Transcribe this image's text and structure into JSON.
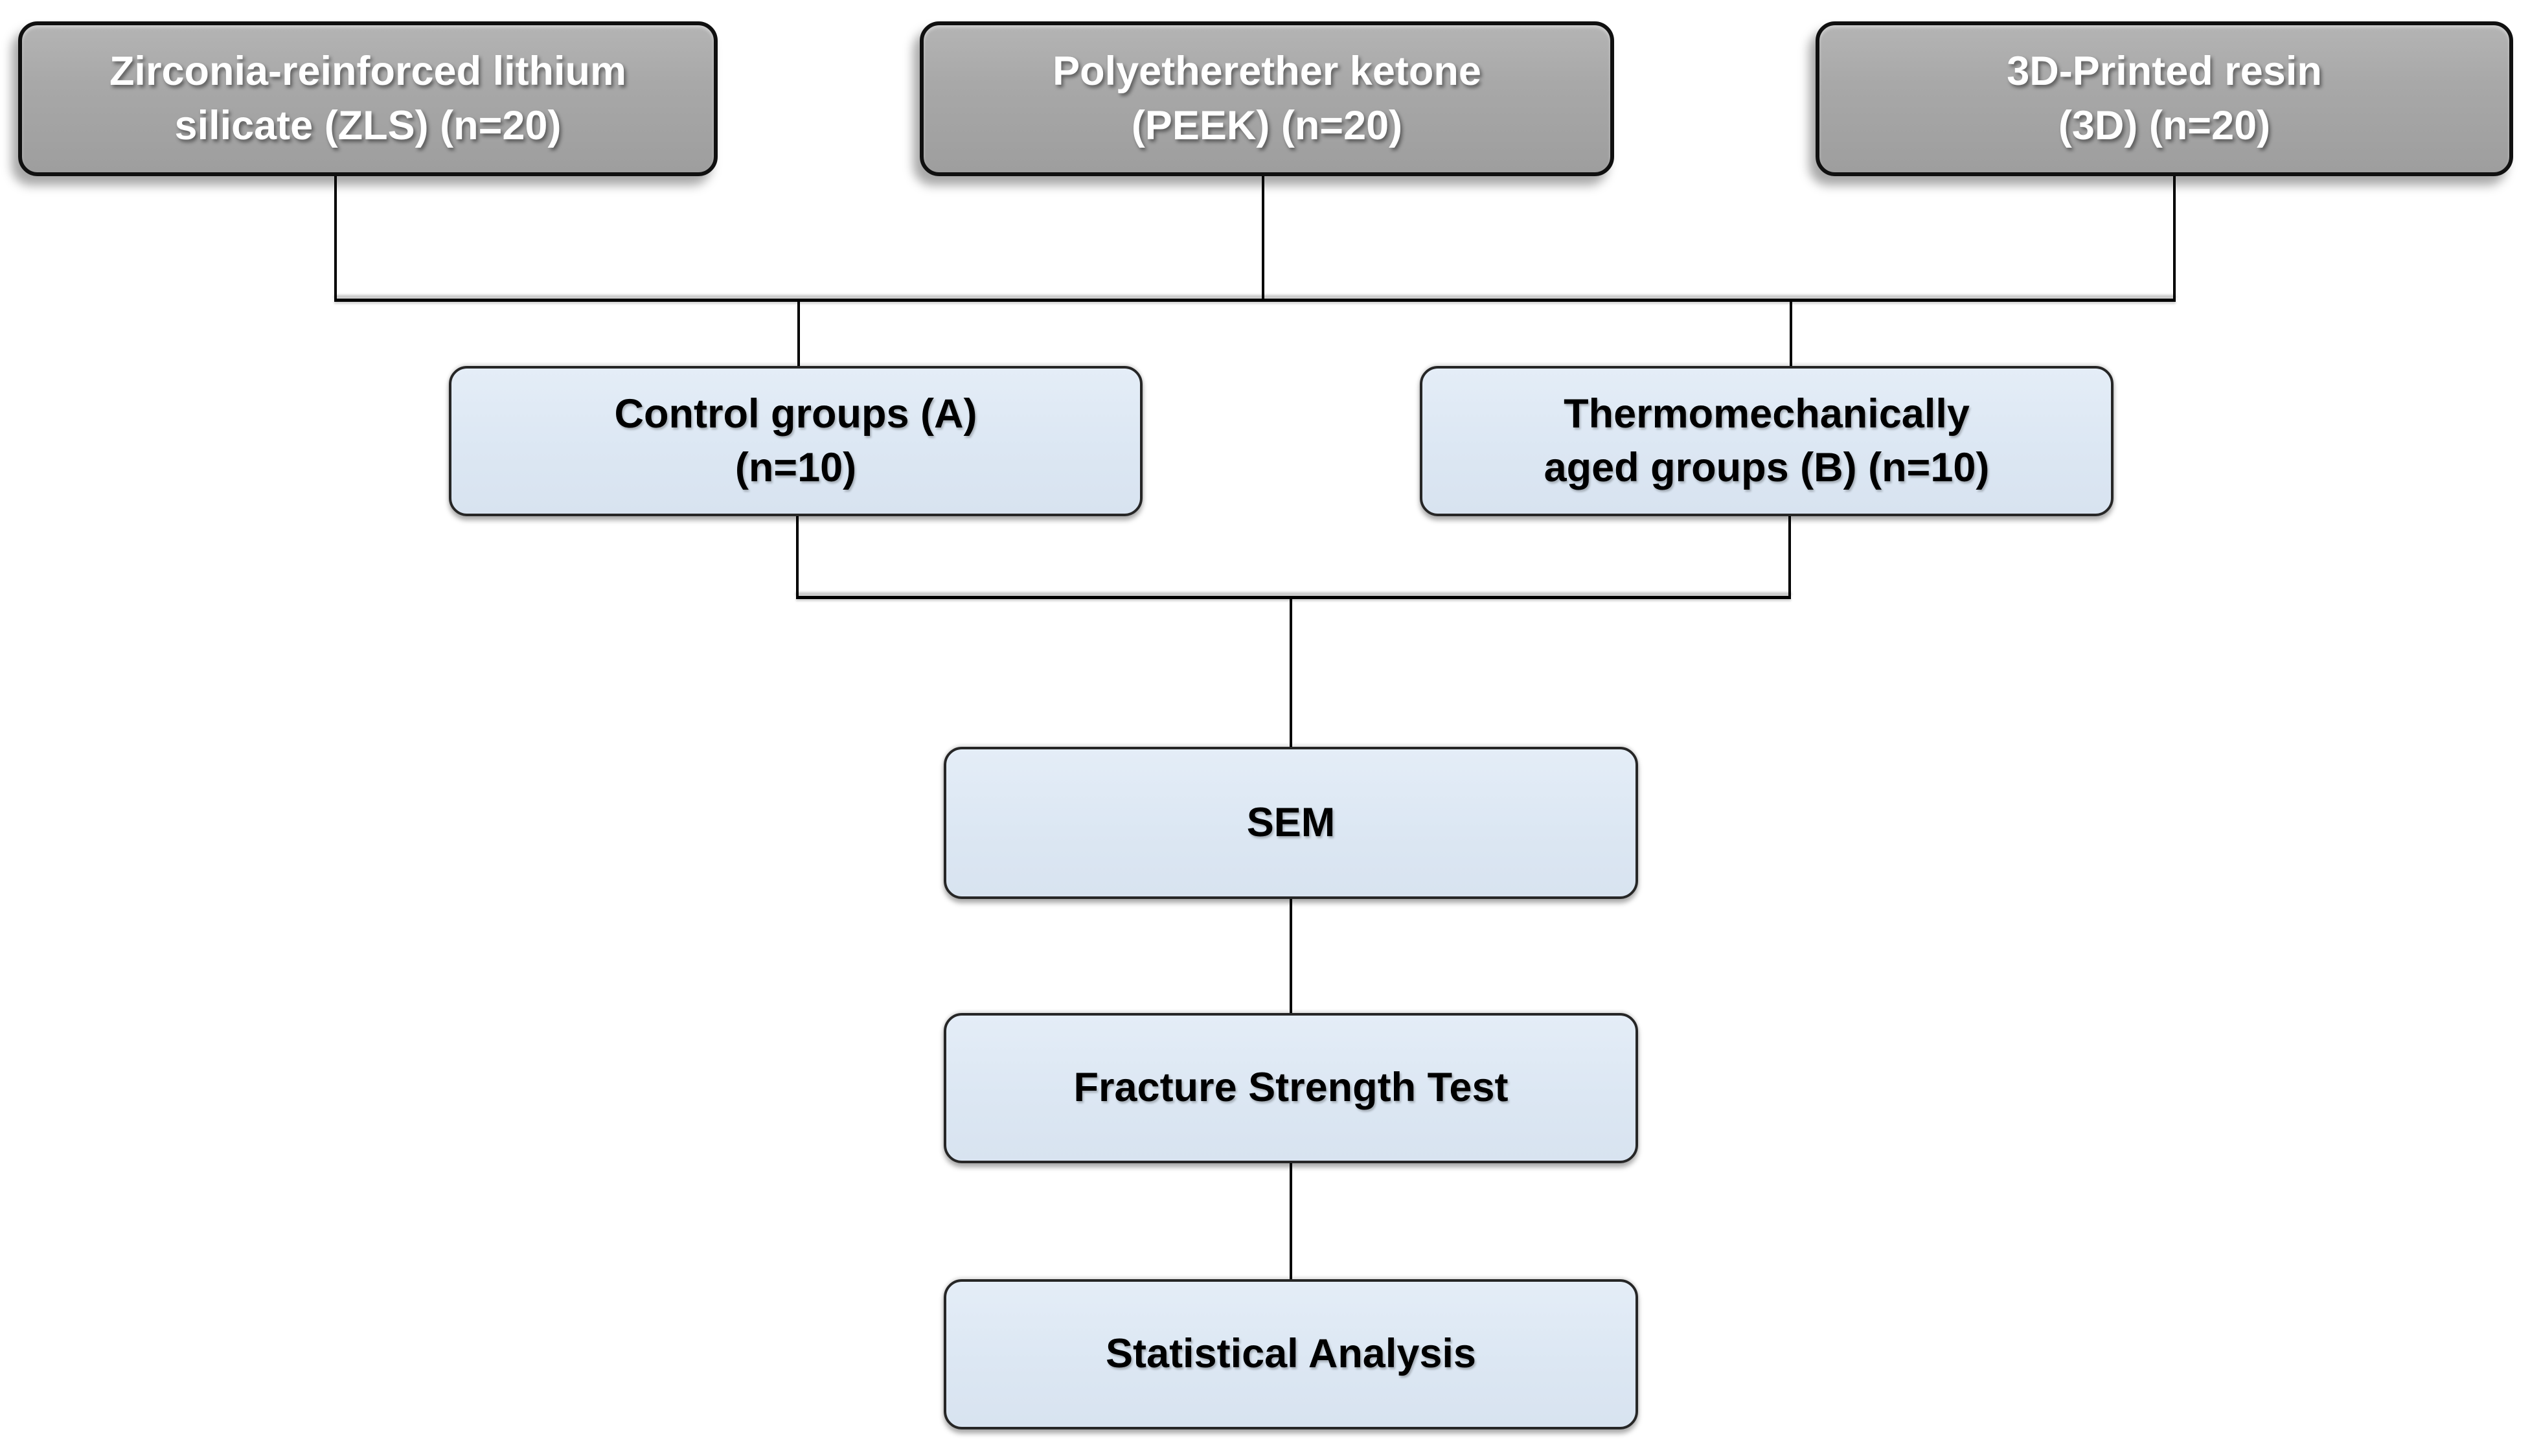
{
  "diagram": {
    "boxes": {
      "zls": {
        "line1": "Zirconia-reinforced lithium",
        "line2": "silicate (ZLS) (n=20)"
      },
      "peek": {
        "line1": "Polyetherether ketone",
        "line2": "(PEEK) (n=20)"
      },
      "printed": {
        "line1": "3D-Printed resin",
        "line2": "(3D) (n=20)"
      },
      "control": {
        "line1": "Control groups (A)",
        "line2": "(n=10)"
      },
      "aged": {
        "line1": "Thermomechanically",
        "line2": "aged groups (B) (n=10)"
      },
      "sem": {
        "label": "SEM"
      },
      "fracture": {
        "label": "Fracture Strength Test"
      },
      "statistics": {
        "label": "Statistical Analysis"
      }
    },
    "edges": [
      {
        "from": "zls",
        "to": "control-and-aged"
      },
      {
        "from": "peek",
        "to": "control-and-aged"
      },
      {
        "from": "printed",
        "to": "control-and-aged"
      },
      {
        "from": "control",
        "to": "sem"
      },
      {
        "from": "aged",
        "to": "sem"
      },
      {
        "from": "sem",
        "to": "fracture"
      },
      {
        "from": "fracture",
        "to": "statistics"
      }
    ],
    "colors": {
      "material_box_fill": "#a8a8a8",
      "material_box_border": "#101010",
      "material_box_text": "#ffffff",
      "process_box_fill": "#dce7f3",
      "process_box_border": "#262626",
      "process_box_text": "#000000",
      "connector": "#000000",
      "background": "#ffffff"
    }
  }
}
